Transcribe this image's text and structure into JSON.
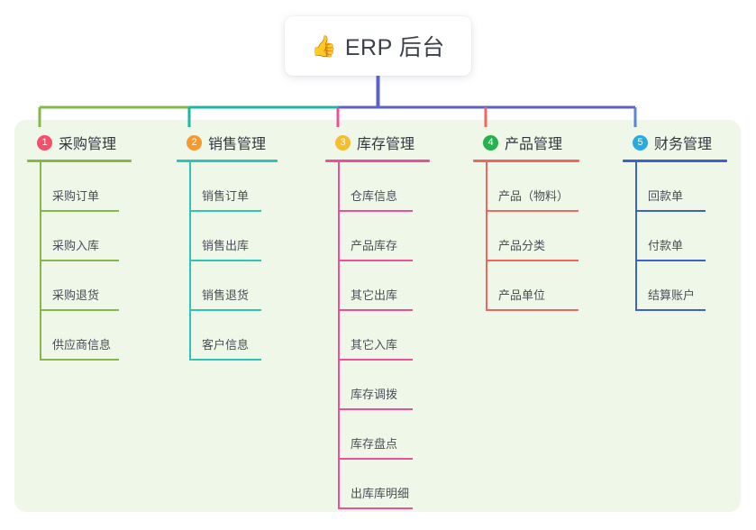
{
  "root": {
    "icon": "thumbs-up-emoji",
    "emoji": "👍",
    "title": "ERP 后台"
  },
  "panel": {
    "background_color": "#eef7e8"
  },
  "bus": {
    "segments": [
      {
        "name": "bus-segment-green",
        "color": "#84b84a"
      },
      {
        "name": "bus-segment-teal",
        "color": "#1fb6a6"
      },
      {
        "name": "bus-segment-indigo",
        "color": "#5b62c4"
      }
    ],
    "stem_color": "#5b62c4"
  },
  "columns": [
    {
      "index": "1",
      "title": "采购管理",
      "badge_color": "#f3506c",
      "accent_color": "#84b84a",
      "rule_color": "#84b84a",
      "drop_color": "#84b84a",
      "items": [
        {
          "label": "采购订单"
        },
        {
          "label": "采购入库"
        },
        {
          "label": "采购退货"
        },
        {
          "label": "供应商信息"
        }
      ]
    },
    {
      "index": "2",
      "title": "销售管理",
      "badge_color": "#f59a32",
      "accent_color": "#2ec4b6",
      "rule_color": "#2ec4b6",
      "drop_color": "#1fb6a6",
      "items": [
        {
          "label": "销售订单"
        },
        {
          "label": "销售出库"
        },
        {
          "label": "销售退货"
        },
        {
          "label": "客户信息"
        }
      ]
    },
    {
      "index": "3",
      "title": "库存管理",
      "badge_color": "#f7bd2a",
      "accent_color": "#ef4f9a",
      "rule_color": "#ef4f9a",
      "drop_color": "#ef4f9a",
      "items": [
        {
          "label": "仓库信息"
        },
        {
          "label": "产品库存"
        },
        {
          "label": "其它出库"
        },
        {
          "label": "其它入库"
        },
        {
          "label": "库存调拨"
        },
        {
          "label": "库存盘点"
        },
        {
          "label": "出库库明细"
        }
      ]
    },
    {
      "index": "4",
      "title": "产品管理",
      "badge_color": "#25b14c",
      "accent_color": "#f4655f",
      "rule_color": "#f4655f",
      "drop_color": "#f4655f",
      "items": [
        {
          "label": "产品（物料）"
        },
        {
          "label": "产品分类"
        },
        {
          "label": "产品单位"
        }
      ]
    },
    {
      "index": "5",
      "title": "财务管理",
      "badge_color": "#29abe2",
      "accent_color": "#3b63c8",
      "rule_color": "#3b63c8",
      "drop_color": "#5b86d8",
      "items": [
        {
          "label": "回款单"
        },
        {
          "label": "付款单"
        },
        {
          "label": "结算账户"
        }
      ]
    }
  ]
}
